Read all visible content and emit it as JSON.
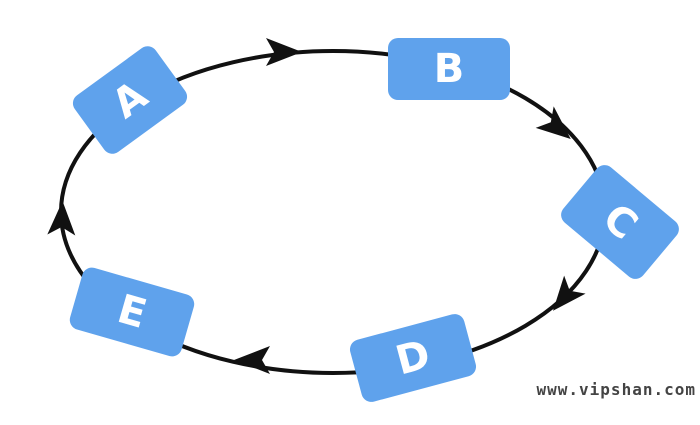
{
  "nodes": [
    {
      "label": "A"
    },
    {
      "label": "B"
    },
    {
      "label": "C"
    },
    {
      "label": "D"
    },
    {
      "label": "E"
    }
  ],
  "cycle_order": [
    "A",
    "B",
    "C",
    "D",
    "E",
    "A"
  ],
  "watermark": "www.vipshan.com",
  "colors": {
    "node": "#5fa2ec",
    "line": "#111111"
  }
}
